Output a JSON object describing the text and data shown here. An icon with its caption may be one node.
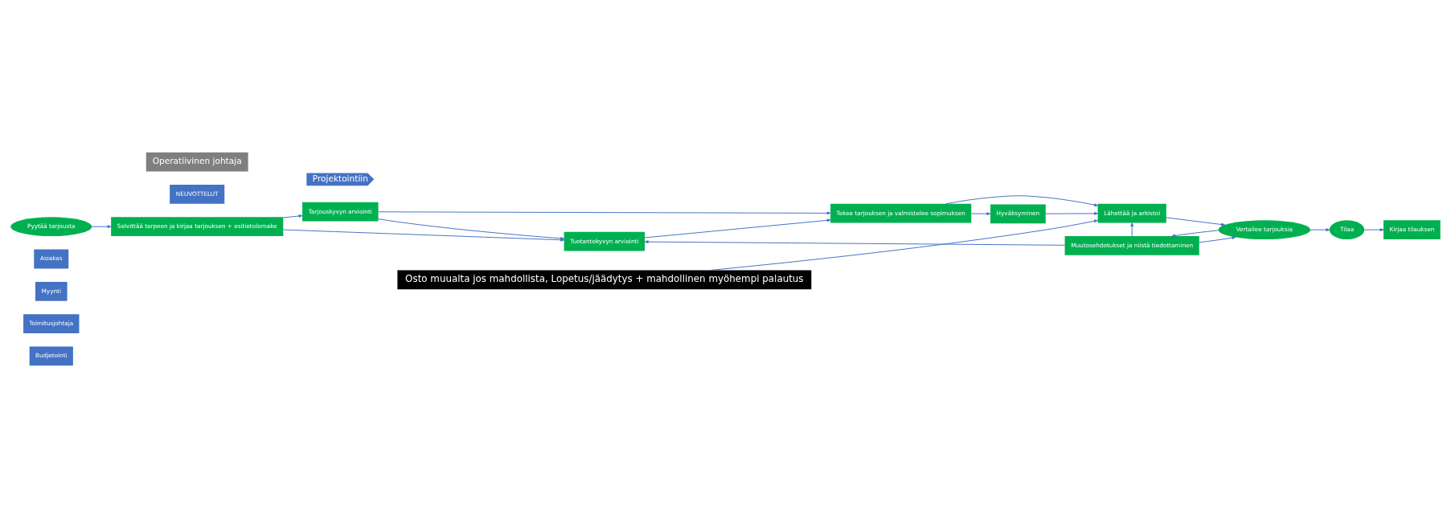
{
  "diagram": {
    "nodes": [
      {
        "text": [
          "Asiakas"
        ]
      },
      {
        "text": [
          "Myynti"
        ]
      },
      {
        "text": [
          "Toimitusjohtaja"
        ]
      },
      {
        "text": [
          "Budjetointi"
        ]
      },
      {
        "text": [
          "Pyytää tarjousta"
        ]
      },
      {
        "text": [
          "Selvittää tarpeen ja kirjaa tarjouksen + esitietolomake"
        ]
      },
      {
        "text": [
          "Tarjouskyvyn arviointi"
        ]
      },
      {
        "text": [
          "Tekee tarjouksen ja valmistelee sopimuksen"
        ]
      },
      {
        "text": [
          "Lähettää ja arkistoi"
        ]
      },
      {
        "text": [
          "Muutosehdotukset ja niistä tiedottaminen"
        ]
      },
      {
        "text": [
          "Vertailee tarjouksia"
        ]
      },
      {
        "text": [
          "Tilaa"
        ]
      },
      {
        "text": [
          "NEUVOTTELUT"
        ]
      },
      {
        "text": [
          "Kirjaa tilauksen"
        ]
      },
      {
        "text": [
          "Projektointiin"
        ]
      },
      {
        "text": [
          "Hyväksyminen"
        ]
      },
      {
        "text": [
          "Operatiivinen johtaja"
        ]
      },
      {
        "text": [
          "Tuotantokyvyn arviointi"
        ]
      },
      {
        "text": [
          "Osto muualta jos mahdollista, Lopetus/jäädytys + mahdollinen myöhempi palautus"
        ]
      }
    ],
    "edges": [
      {
        "from": 4,
        "to": 5,
        "arrow": "to"
      },
      {
        "from": 5,
        "to": 6,
        "arrow": "to"
      },
      {
        "from": 6,
        "to": 7,
        "arrow": "to"
      },
      {
        "from": 7,
        "to": 8,
        "arrow": "to"
      },
      {
        "from": 9,
        "to": 8,
        "arrow": "to"
      },
      {
        "from": 8,
        "to": 10,
        "arrow": "to"
      },
      {
        "from": 9,
        "to": 10,
        "arrow": "to"
      },
      {
        "from": 10,
        "to": 9,
        "arrow": "to"
      },
      {
        "from": 10,
        "to": 11,
        "arrow": "to"
      },
      {
        "from": 11,
        "to": 13,
        "arrow": "to"
      },
      {
        "from": 7,
        "to": 15,
        "arrow": "to"
      },
      {
        "from": 15,
        "to": 8,
        "arrow": "to"
      },
      {
        "from": 5,
        "to": 17,
        "arrow": "to"
      },
      {
        "from": 6,
        "to": 17,
        "arrow": "to"
      },
      {
        "from": 17,
        "to": 7,
        "arrow": "to"
      },
      {
        "from": 9,
        "to": 17,
        "arrow": "to"
      },
      {
        "from": 18,
        "to": 8,
        "arrow": "to"
      }
    ]
  }
}
